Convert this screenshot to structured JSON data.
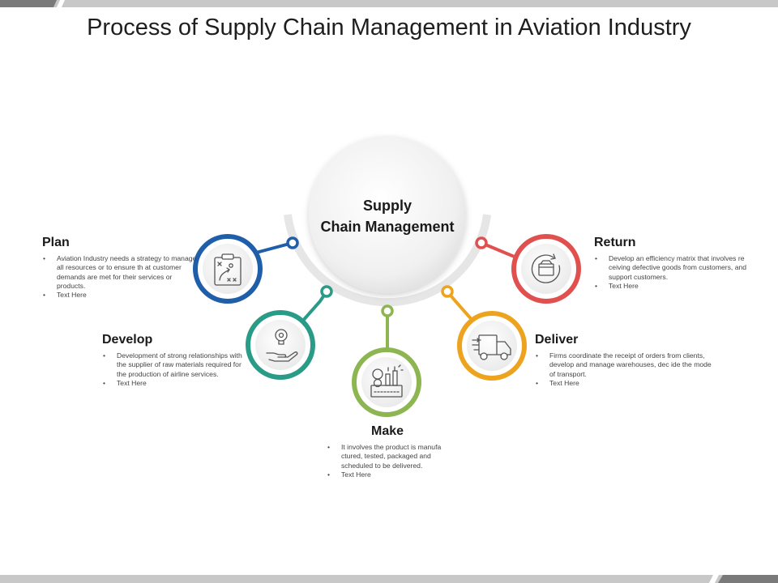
{
  "title": "Process of Supply Chain Management in Aviation Industry",
  "center": {
    "line1": "Supply",
    "line2": "Chain Management"
  },
  "colors": {
    "plan": "#1f5ea8",
    "develop": "#2a9b87",
    "make": "#8db552",
    "deliver": "#eda31d",
    "return": "#e0504f",
    "bar": "#c8c8c8",
    "bar_dark": "#7a7a7a"
  },
  "stages": {
    "plan": {
      "title": "Plan",
      "icon": "strategy-board-icon",
      "bullets": [
        "Aviation Industry needs a strategy to manage all resources or to ensure th at customer demands are met for their services or products.",
        "Text Here"
      ]
    },
    "develop": {
      "title": "Develop",
      "icon": "idea-in-hand-icon",
      "bullets": [
        "Development of strong relationships with the supplier of raw materials required for the production of airline services.",
        "Text Here"
      ]
    },
    "make": {
      "title": "Make",
      "icon": "production-tools-icon",
      "bullets": [
        "It involves the product is manufa ctured, tested, packaged and scheduled to be delivered.",
        "Text Here"
      ]
    },
    "deliver": {
      "title": "Deliver",
      "icon": "delivery-truck-icon",
      "bullets": [
        "Firms coordinate the receipt of orders from clients, develop and manage warehouses, dec ide the mode of transport.",
        "Text Here"
      ]
    },
    "return": {
      "title": "Return",
      "icon": "return-box-icon",
      "bullets": [
        "Develop an efficiency matrix that involves re ceiving defective goods from customers, and support customers.",
        "Text Here"
      ]
    }
  }
}
